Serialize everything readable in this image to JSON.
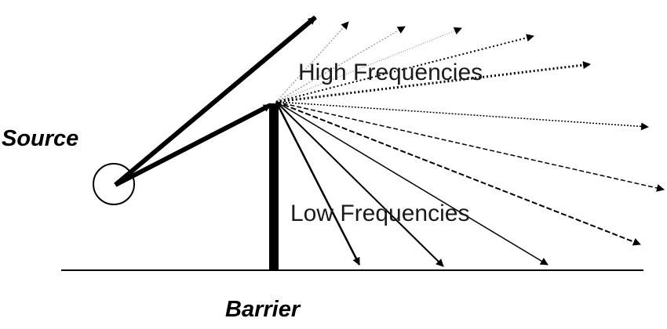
{
  "labels": {
    "source": "Source",
    "barrier": "Barrier",
    "high_frequencies": "High Frequencies",
    "low_frequencies": "Low Frequencies"
  },
  "colors": {
    "stroke": "#000000",
    "background": "#ffffff"
  }
}
